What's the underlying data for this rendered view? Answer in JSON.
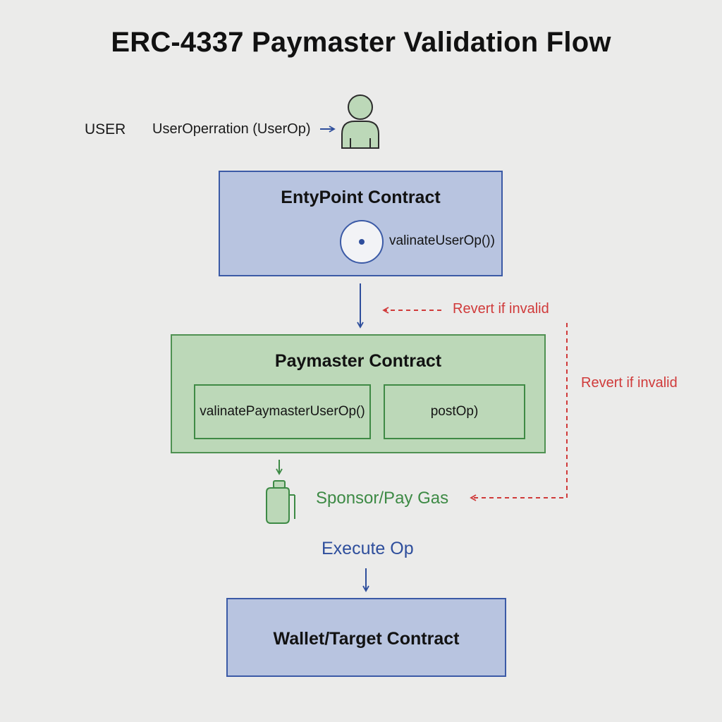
{
  "title": "ERC-4337 Paymaster Validation Flow",
  "user": {
    "label": "USER",
    "operation_label": "UserOperration (UserOp)"
  },
  "entrypoint": {
    "title": "EntyPoint Contract",
    "function": "valinateUserOp())"
  },
  "revert": {
    "label_top": "Revert if invalid",
    "label_side": "Revert if invalid"
  },
  "paymaster": {
    "title": "Paymaster Contract",
    "validate_function": "valinatePaymasterUserOp()",
    "post_function": "postOp)"
  },
  "sponsor": {
    "label": "Sponsor/Pay Gas"
  },
  "execute": {
    "label": "Execute Op"
  },
  "wallet": {
    "title": "Wallet/Target Contract"
  },
  "colors": {
    "blue_fill": "#b8c4e0",
    "blue_border": "#3b5aa6",
    "green_fill": "#bcd8b8",
    "green_border": "#4f9152",
    "red": "#d03a3a"
  },
  "icons": {
    "user": "person-icon",
    "entrypoint": "circle-dot-icon",
    "gas": "gas-canister-icon"
  }
}
